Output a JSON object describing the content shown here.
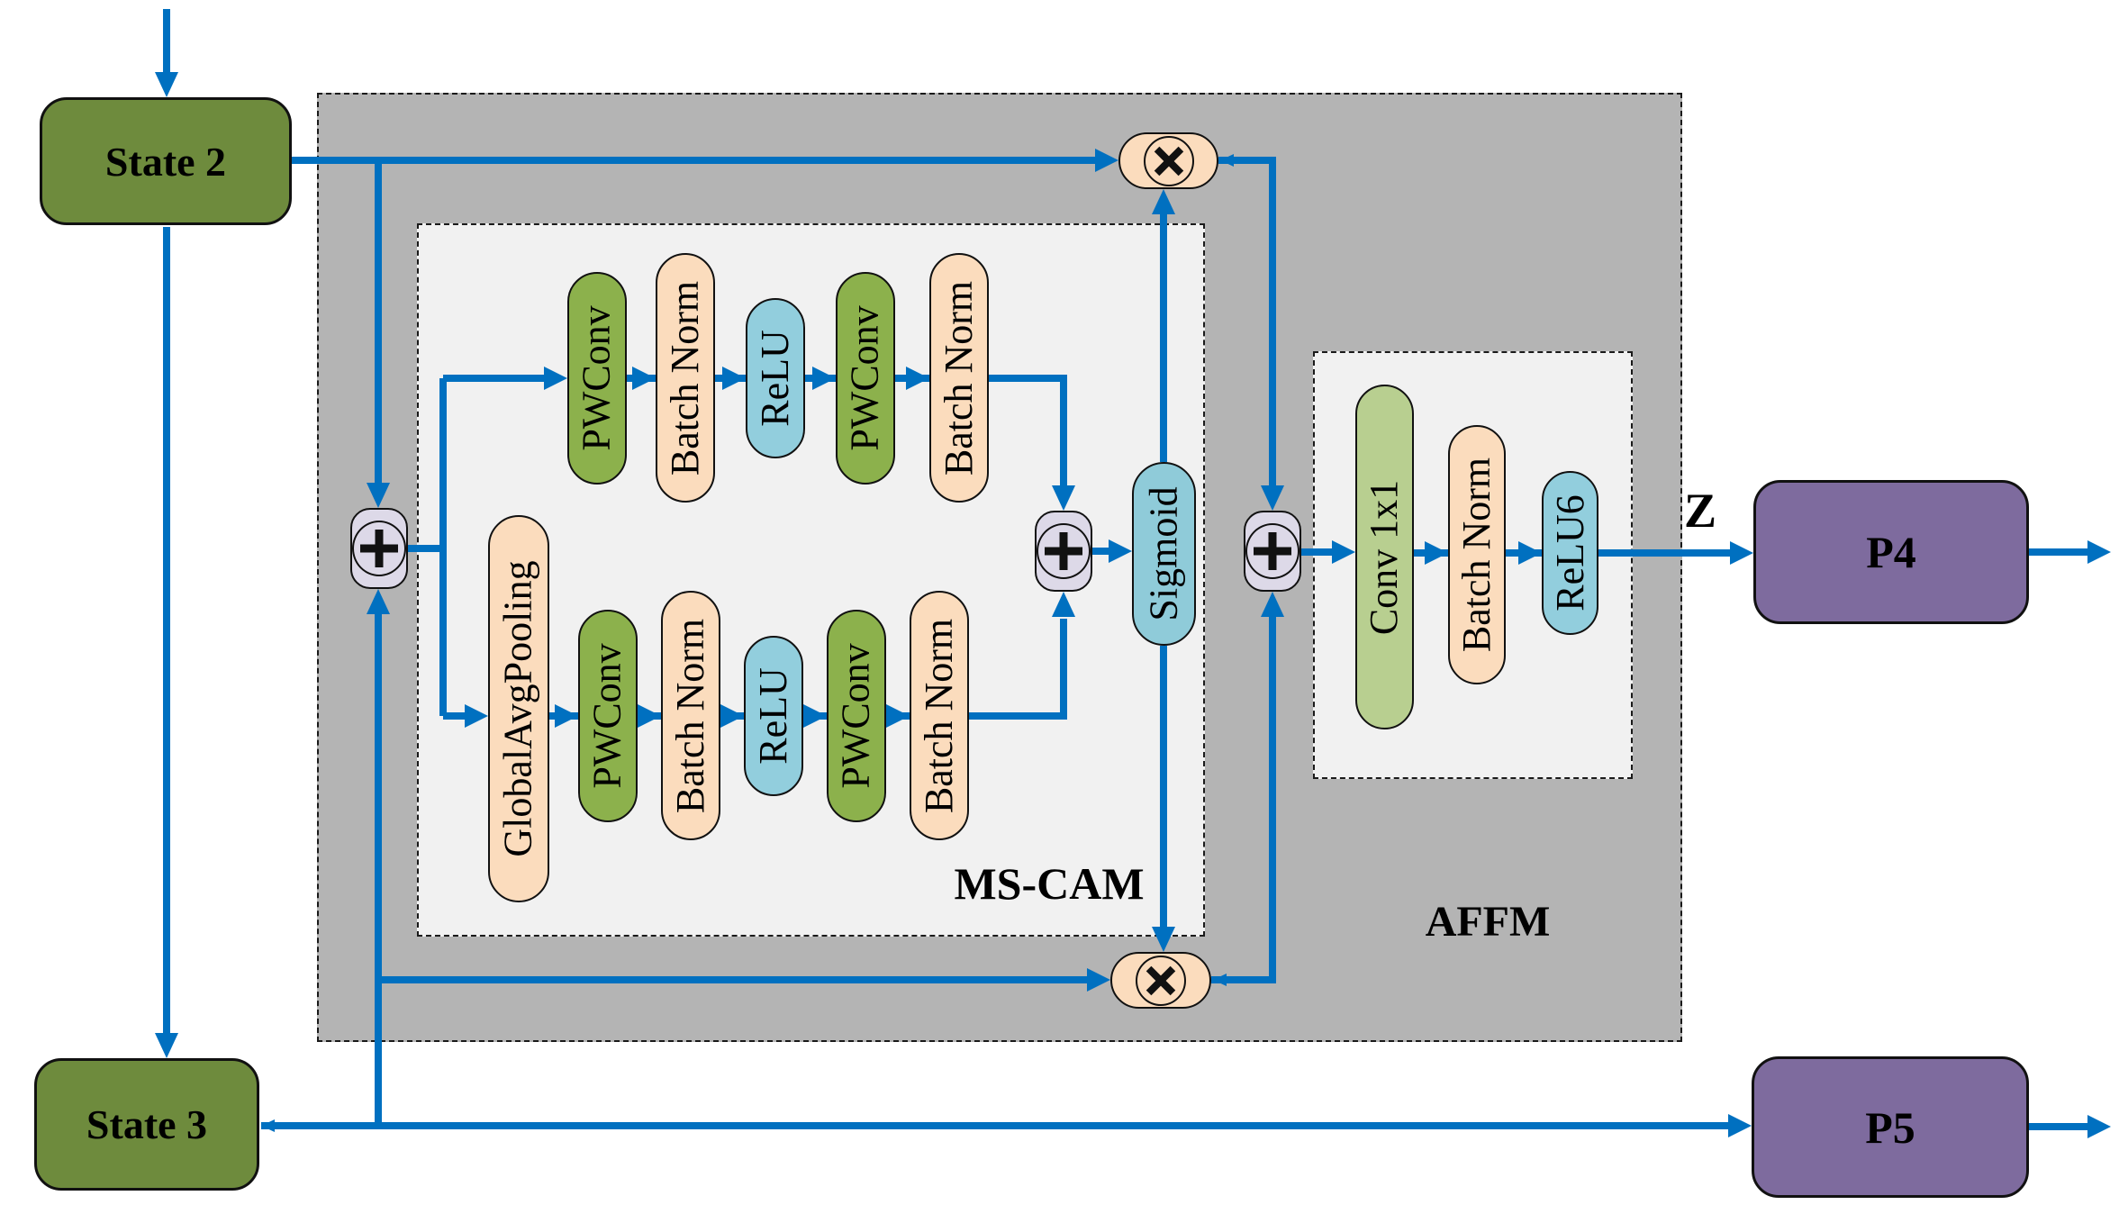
{
  "palette": {
    "arrow_blue": "#0070c0",
    "state_green": "#6e8b3d",
    "output_purple": "#7e6b9e",
    "pill_peach": "#fbdcbd",
    "pill_green": "#8cb14c",
    "pill_light_green": "#b8cf90",
    "pill_blue": "#92cedd",
    "sigmoid_teal": "#8fcbd9",
    "operator_lavender": "#ddd9e8",
    "container_gray": "#b4b4b4",
    "inner_box_gray": "#f1f1f1"
  },
  "states": {
    "state2": "State 2",
    "state3": "State 3"
  },
  "outputs": {
    "p4": "P4",
    "p5": "P5",
    "signal": "Z"
  },
  "containers": {
    "affm": "AFFM",
    "mscam": "MS-CAM"
  },
  "mscam": {
    "global_pool": "GlobalAvgPooling",
    "top_branch": [
      "PWConv",
      "Batch Norm",
      "ReLU",
      "PWConv",
      "Batch Norm"
    ],
    "bottom_branch": [
      "PWConv",
      "Batch Norm",
      "ReLU",
      "PWConv",
      "Batch Norm"
    ],
    "activation": "Sigmoid"
  },
  "fusion": {
    "conv": "Conv 1x1",
    "bn": "Batch Norm",
    "act": "ReLU6"
  },
  "operators": {
    "add": "⊕",
    "multiply": "⊗"
  }
}
